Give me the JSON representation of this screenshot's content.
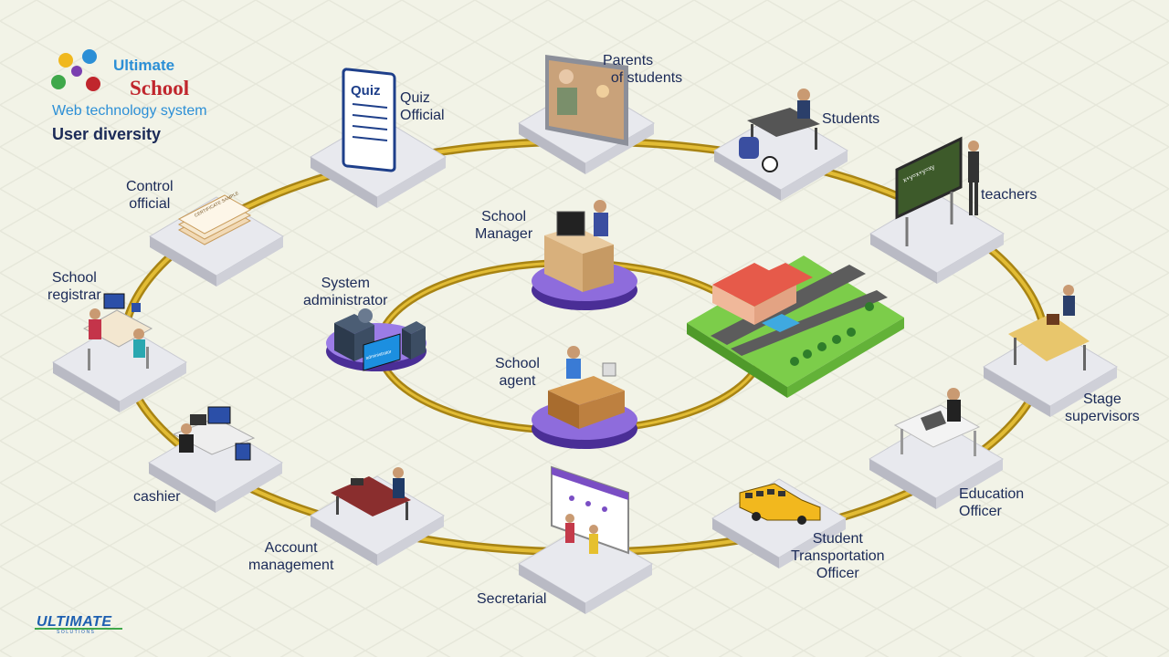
{
  "logo": {
    "line1": "Ultimate",
    "line2": "School",
    "subtitle": "Web technology system",
    "heading": "User diversity"
  },
  "brand": {
    "name": "ULTIMATE",
    "tagline": "SOLUTIONS"
  },
  "outer_roles": [
    {
      "id": "quiz-official",
      "label": "Quiz\nOfficial",
      "icon_text": "Quiz"
    },
    {
      "id": "parents",
      "label": "Parents\n  of students"
    },
    {
      "id": "students",
      "label": "Students"
    },
    {
      "id": "teachers",
      "label": "teachers",
      "board_text": "x+y=x+y=xy"
    },
    {
      "id": "stage-supervisors",
      "label": "Stage\nsupervisors"
    },
    {
      "id": "education-officer",
      "label": "Education\nOfficer"
    },
    {
      "id": "transport-officer",
      "label": "Student\nTransportation\nOfficer"
    },
    {
      "id": "secretarial",
      "label": "Secretarial"
    },
    {
      "id": "account-management",
      "label": "Account\nmanagement"
    },
    {
      "id": "cashier",
      "label": "cashier"
    },
    {
      "id": "school-registrar",
      "label": "School\nregistrar"
    },
    {
      "id": "control-official",
      "label": "Control\nofficial",
      "icon_text": "CERTIFICATE SAMPLE"
    }
  ],
  "inner_roles": [
    {
      "id": "school-manager",
      "label": "School\nManager"
    },
    {
      "id": "system-administrator",
      "label": "System\nadministrator",
      "screen_text": "administrator"
    },
    {
      "id": "school-agent",
      "label": "School\nagent"
    }
  ],
  "colors": {
    "ring": "#c8a21e",
    "tile": "#e4e5ea",
    "platform": "#7d5bd0",
    "label": "#1b2a57"
  }
}
